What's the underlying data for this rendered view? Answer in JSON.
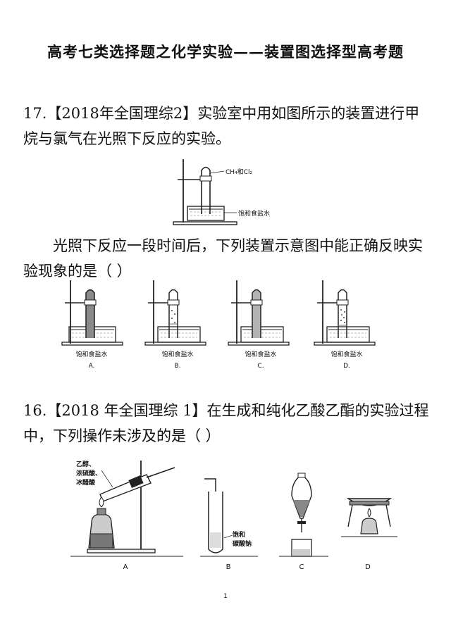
{
  "doc": {
    "title": "高考七类选择题之化学实验——装置图选择型高考题",
    "page_number": "1"
  },
  "q17": {
    "stem": "17.【2018年全国理综2】实验室中用如图所示的装置进行甲烷与氯气在光照下反应的实验。",
    "setup_label_gas": "CH₄和Cl₂",
    "setup_label_solution": "饱和食盐水",
    "question": "光照下反应一段时间后，下列装置示意图中能正确反映实验现象的是（        ）",
    "options": [
      {
        "caption": "饱和食盐水",
        "letter": "A."
      },
      {
        "caption": "饱和食盐水",
        "letter": "B."
      },
      {
        "caption": "饱和食盐水",
        "letter": "C."
      },
      {
        "caption": "饱和食盐水",
        "letter": "D."
      }
    ]
  },
  "q16": {
    "stem": "16.【2018 年全国理综 1】在生成和纯化乙酸乙酯的实验过程中，下列操作未涉及的是（        ）",
    "reagents": [
      "乙醇、",
      "浓硫酸、",
      "冰醋酸"
    ],
    "solution_label": [
      "饱和",
      "碳酸钠"
    ],
    "option_letters": [
      "A",
      "B",
      "C",
      "D"
    ]
  }
}
